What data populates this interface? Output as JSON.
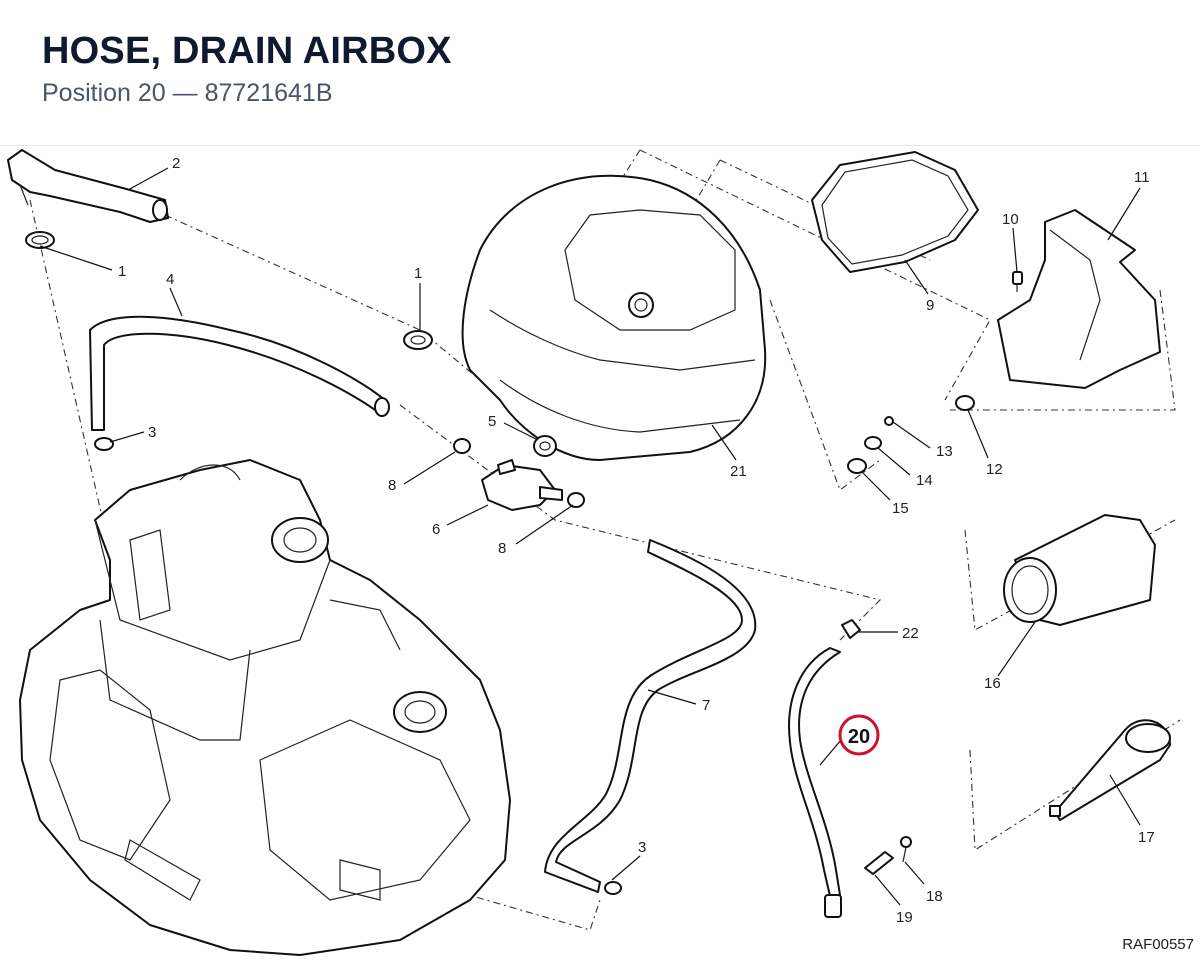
{
  "header": {
    "title": "HOSE, DRAIN AIRBOX",
    "subtitle": "Position 20 — 87721641B"
  },
  "diagram": {
    "highlight_color": "#d0102a",
    "ref_code": "RAF00557",
    "callouts": [
      {
        "id": "c1a",
        "label": "1"
      },
      {
        "id": "c1b",
        "label": "1"
      },
      {
        "id": "c2",
        "label": "2"
      },
      {
        "id": "c3a",
        "label": "3"
      },
      {
        "id": "c3b",
        "label": "3"
      },
      {
        "id": "c4",
        "label": "4"
      },
      {
        "id": "c5",
        "label": "5"
      },
      {
        "id": "c6",
        "label": "6"
      },
      {
        "id": "c7",
        "label": "7"
      },
      {
        "id": "c8a",
        "label": "8"
      },
      {
        "id": "c8b",
        "label": "8"
      },
      {
        "id": "c9",
        "label": "9"
      },
      {
        "id": "c10",
        "label": "10"
      },
      {
        "id": "c11",
        "label": "11"
      },
      {
        "id": "c12",
        "label": "12"
      },
      {
        "id": "c13",
        "label": "13"
      },
      {
        "id": "c14",
        "label": "14"
      },
      {
        "id": "c15",
        "label": "15"
      },
      {
        "id": "c16",
        "label": "16"
      },
      {
        "id": "c17",
        "label": "17"
      },
      {
        "id": "c18",
        "label": "18"
      },
      {
        "id": "c19",
        "label": "19"
      },
      {
        "id": "c20",
        "label": "20"
      },
      {
        "id": "c21",
        "label": "21"
      },
      {
        "id": "c22",
        "label": "22"
      }
    ]
  }
}
